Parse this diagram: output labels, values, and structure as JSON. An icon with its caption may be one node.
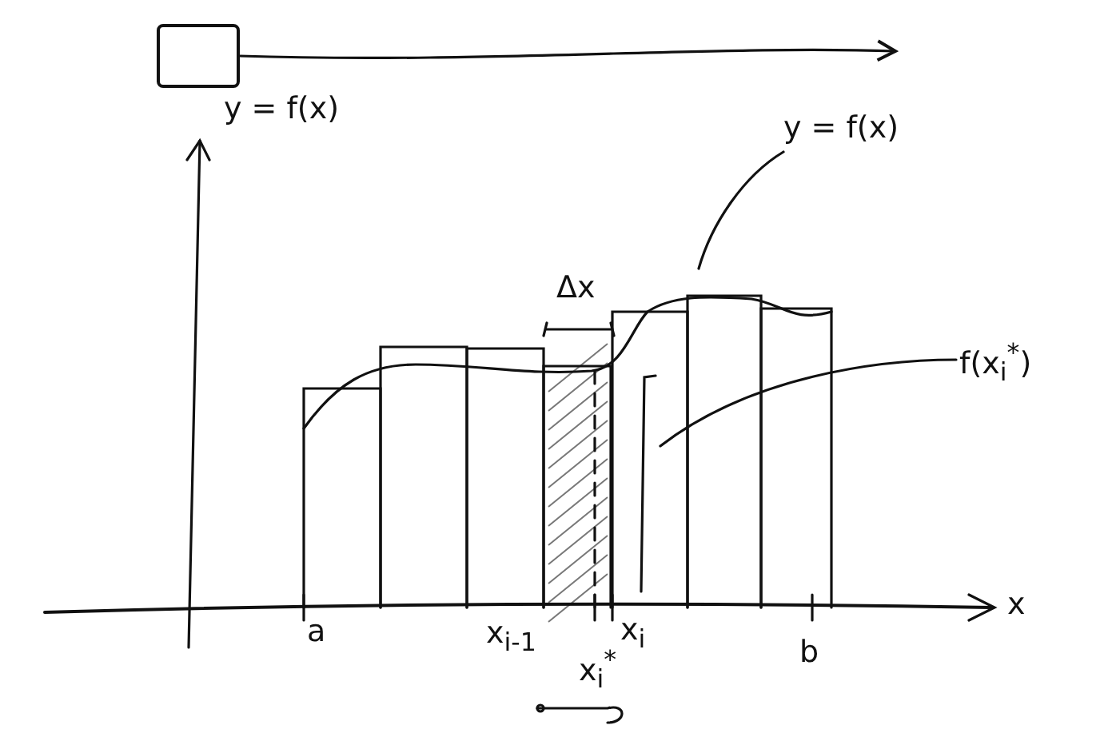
{
  "diagram": {
    "nodes": [
      {
        "text": [],
        "shape": "box"
      },
      {
        "text": [
          "y = f(x)"
        ]
      },
      {
        "text": [
          "f(x$_{i}$$^{*}$)"
        ]
      }
    ],
    "edges": [
      {
        "from": 0,
        "to": null,
        "arrow": "to"
      },
      {
        "from": 1,
        "to": null,
        "arrow": "none"
      },
      {
        "from": 2,
        "to": null,
        "arrow": "none"
      }
    ],
    "labels": [
      "y = f(x)",
      "Δx",
      "a",
      "x$_{i-1}$",
      "x$_{i}$",
      "x$_{i}$$^{*}$",
      "b",
      "x"
    ]
  }
}
